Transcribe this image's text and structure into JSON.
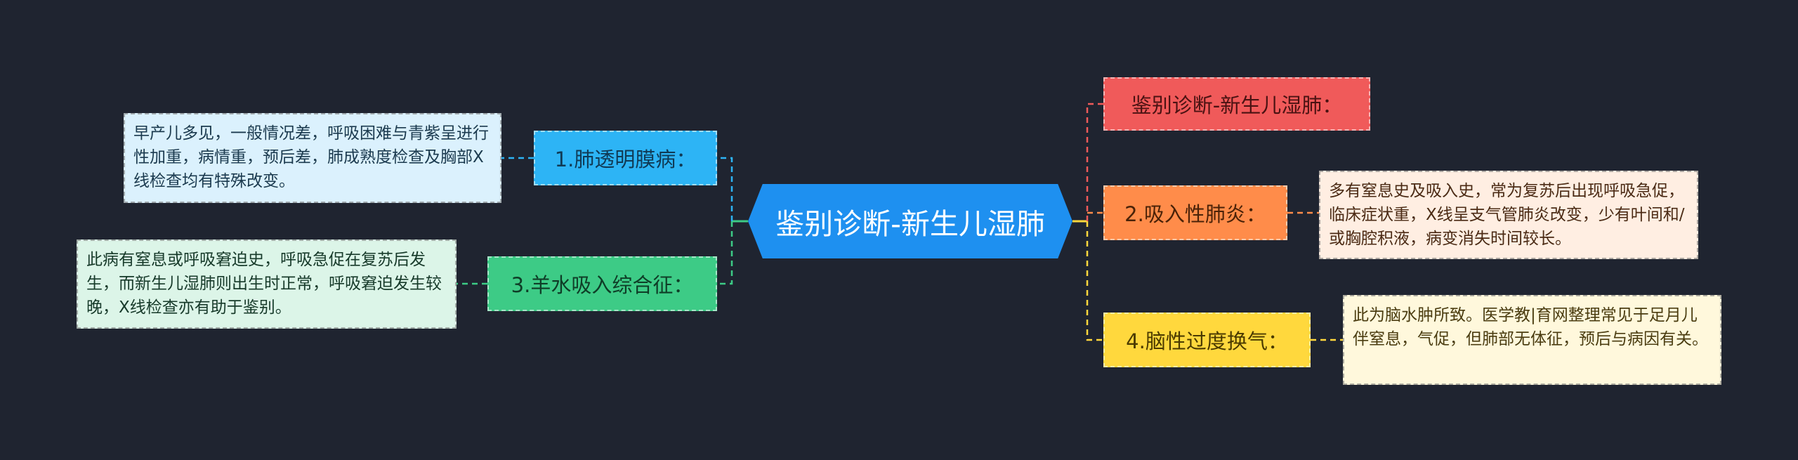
{
  "root": {
    "label": "鉴别诊断-新生儿湿肺"
  },
  "right_branches": [
    {
      "label": "鉴别诊断-新生儿湿肺："
    },
    {
      "label": "2.吸入性肺炎：",
      "note": "多有窒息史及吸入史，常为复苏后出现呼吸急促，临床症状重，X线呈支气管肺炎改变，少有叶间和/或胸腔积液，病变消失时间较长。"
    },
    {
      "label": "4.脑性过度换气：",
      "note": "此为脑水肿所致。医学教|育网整理常见于足月儿伴窒息，气促，但肺部无体征，预后与病因有关。"
    }
  ],
  "left_branches": [
    {
      "label": "1.肺透明膜病：",
      "note": "早产儿多见，一般情况差，呼吸困难与青紫呈进行性加重，病情重，预后差，肺成熟度检查及胸部X线检查均有特殊改变。"
    },
    {
      "label": "3.羊水吸入综合征：",
      "note": "此病有窒息或呼吸窘迫史，呼吸急促在复苏后发生，而新生儿湿肺则出生时正常，呼吸窘迫发生较晚，X线检查亦有助于鉴别。"
    }
  ],
  "colors": {
    "background": "#1f2430",
    "root": "#1e90f0",
    "branch_red": "#f05a5a",
    "branch_orange": "#ff8c4a",
    "branch_yellow": "#ffd83d",
    "branch_blue": "#2db4f5",
    "branch_green": "#3dcb86"
  }
}
